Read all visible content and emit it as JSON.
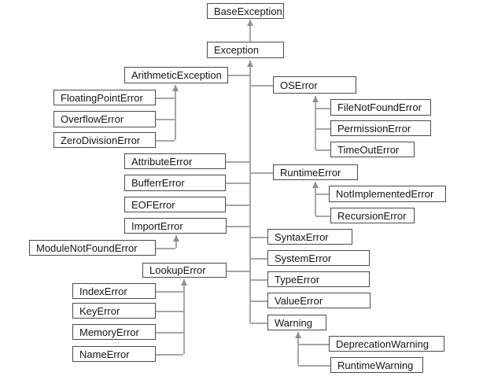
{
  "diagram": {
    "type": "class-hierarchy",
    "subject": "Python exception hierarchy",
    "hierarchy": {
      "BaseException": [
        "Exception"
      ],
      "Exception": [
        "ArithmeticException",
        "OSError",
        "AttributeError",
        "BufferrError",
        "EOFError",
        "ImportError",
        "RuntimeError",
        "SyntaxError",
        "SystemError",
        "LookupError",
        "TypeError",
        "ValueError",
        "Warning"
      ],
      "ArithmeticException": [
        "FloatingPointError",
        "OverflowError",
        "ZeroDivisionError"
      ],
      "OSError": [
        "FileNotFoundError",
        "PermissionError",
        "TimeOutError"
      ],
      "RuntimeError": [
        "NotImplementedError",
        "RecursionError"
      ],
      "ImportError": [
        "ModuleNotFoundError"
      ],
      "LookupError": [
        "IndexError",
        "KeyError",
        "MemoryError",
        "NameError"
      ],
      "Warning": [
        "DeprecationWarning",
        "RuntimeWarning"
      ]
    }
  },
  "labels": {
    "baseException": "BaseException",
    "exception": "Exception",
    "arithmeticException": "ArithmeticException",
    "floatingPointError": "FloatingPointError",
    "overflowError": "OverflowError",
    "zeroDivisionError": "ZeroDivisionError",
    "osError": "OSError",
    "fileNotFoundError": "FileNotFoundError",
    "permissionError": "PermissionError",
    "timeOutError": "TimeOutError",
    "attributeError": "AttributeError",
    "bufferrError": "BufferrError",
    "eofError": "EOFError",
    "importError": "ImportError",
    "moduleNotFoundError": "ModuleNotFoundError",
    "runtimeError": "RuntimeError",
    "notImplementedError": "NotImplementedError",
    "recursionError": "RecursionError",
    "syntaxError": "SyntaxError",
    "systemError": "SystemError",
    "lookupError": "LookupError",
    "typeError": "TypeError",
    "indexError": "IndexError",
    "valueError": "ValueError",
    "keyError": "KeyError",
    "warning": "Warning",
    "memoryError": "MemoryError",
    "deprecationWarning": "DeprecationWarning",
    "nameError": "NameError",
    "runtimeWarning": "RuntimeWarning"
  },
  "colors": {
    "background": "#ffffff",
    "box_fill": "#ffffff",
    "box_border": "#4a4a4a",
    "connector_line": "#a6a6a6",
    "arrowhead": "#8f8f8f",
    "text": "#161616"
  }
}
